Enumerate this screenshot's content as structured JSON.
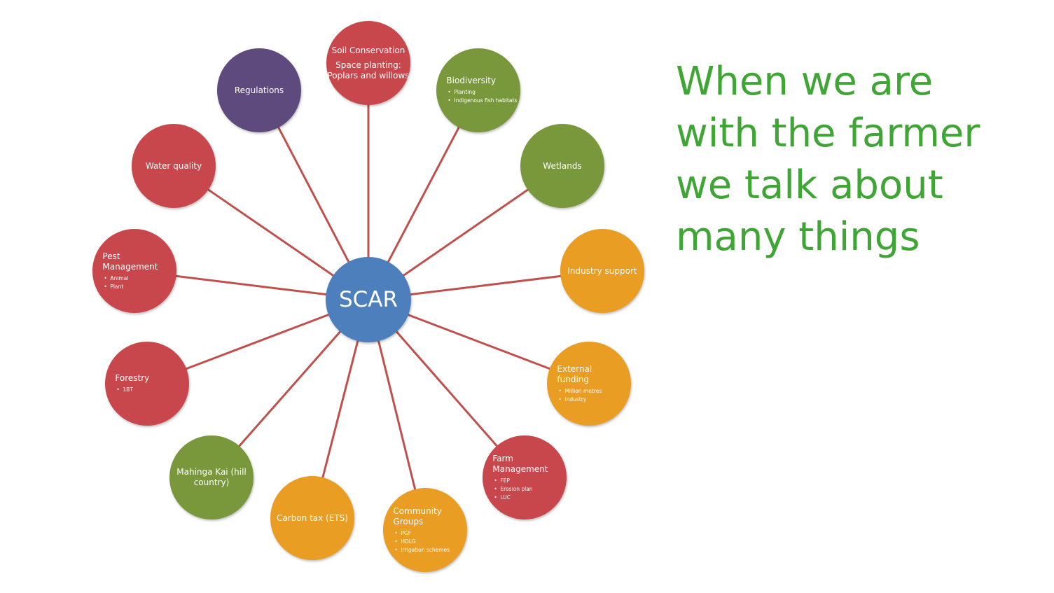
{
  "colors": {
    "red": "#c8474c",
    "green": "#79983b",
    "orange": "#e99d22",
    "purple": "#5f4a7d",
    "blue": "#4d7fbd",
    "spoke": "#c0504d",
    "headline": "#3fa535"
  },
  "headline": {
    "lines": [
      "When we are",
      "with the farmer",
      "we talk about",
      "many things"
    ]
  },
  "center": {
    "label": "SCAR",
    "color_key": "blue"
  },
  "nodes": [
    {
      "id": "soil-conservation",
      "title": "Soil Conservation",
      "sub": "Space planting: Poplars and willows",
      "bullets": [],
      "color_key": "red",
      "align": "center"
    },
    {
      "id": "biodiversity",
      "title": "Biodiversity",
      "sub": "",
      "bullets": [
        "Planting",
        "Indigenous fish habitats"
      ],
      "color_key": "green",
      "align": "left"
    },
    {
      "id": "wetlands",
      "title": "Wetlands",
      "sub": "",
      "bullets": [],
      "color_key": "green",
      "align": "center"
    },
    {
      "id": "industry-support",
      "title": "Industry support",
      "sub": "",
      "bullets": [],
      "color_key": "orange",
      "align": "center"
    },
    {
      "id": "external-funding",
      "title": "External funding",
      "sub": "",
      "bullets": [
        "Million metres",
        "Industry"
      ],
      "color_key": "orange",
      "align": "left"
    },
    {
      "id": "farm-management",
      "title": "Farm Management",
      "sub": "",
      "bullets": [
        "FEP",
        "Erosion plan",
        "LUC"
      ],
      "color_key": "red",
      "align": "left"
    },
    {
      "id": "community-groups",
      "title": "Community Groups",
      "sub": "",
      "bullets": [
        "PGF",
        "HDLG",
        "Irrigation schemes"
      ],
      "color_key": "orange",
      "align": "left"
    },
    {
      "id": "carbon-tax",
      "title": "Carbon tax (ETS)",
      "sub": "",
      "bullets": [],
      "color_key": "orange",
      "align": "center"
    },
    {
      "id": "mahinga-kai",
      "title": "Mahinga Kai (hill country)",
      "sub": "",
      "bullets": [],
      "color_key": "green",
      "align": "center"
    },
    {
      "id": "forestry",
      "title": "Forestry",
      "sub": "",
      "bullets": [
        "1BT"
      ],
      "color_key": "red",
      "align": "left"
    },
    {
      "id": "pest-management",
      "title": "Pest Management",
      "sub": "",
      "bullets": [
        "Animal",
        "Plant"
      ],
      "color_key": "red",
      "align": "left"
    },
    {
      "id": "water-quality",
      "title": "Water quality",
      "sub": "",
      "bullets": [],
      "color_key": "red",
      "align": "center"
    },
    {
      "id": "regulations",
      "title": "Regulations",
      "sub": "",
      "bullets": [],
      "color_key": "purple",
      "align": "center"
    }
  ]
}
